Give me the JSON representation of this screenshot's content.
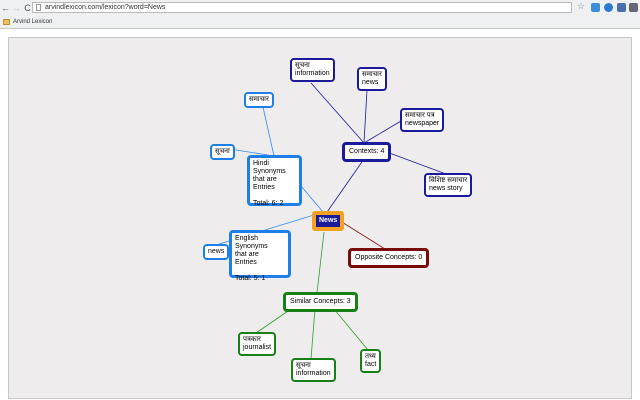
{
  "browser": {
    "url": "arvindlexicon.com/lexicon?word=News",
    "bookmark": "Arvind Lexicon"
  },
  "map": {
    "center": "News",
    "contexts": {
      "label": "Contexts: 4",
      "items": [
        {
          "hi": "सूचना",
          "en": "information"
        },
        {
          "hi": "समाचार",
          "en": "news"
        },
        {
          "hi": "समाचार पत्र",
          "en": "newspaper"
        },
        {
          "hi": "विशिष्ट समाचार",
          "en": "news story"
        }
      ]
    },
    "hindi_synonyms": {
      "title": "Hindi Synonyms\nthat are\nEntries",
      "total": "Total: 6: 2",
      "items": [
        "समाचार",
        "सूचना"
      ]
    },
    "english_synonyms": {
      "title": "English Synonyms\nthat are\nEntries",
      "total": "Total: 5: 1",
      "items": [
        "news"
      ]
    },
    "opposite": {
      "label": "Opposite Concepts: 0"
    },
    "similar": {
      "label": "Similar Concepts: 3",
      "items": [
        {
          "hi": "पत्रकार",
          "en": "journalist"
        },
        {
          "hi": "सूचना",
          "en": "information"
        },
        {
          "hi": "तथ्य",
          "en": "fact"
        }
      ]
    }
  }
}
